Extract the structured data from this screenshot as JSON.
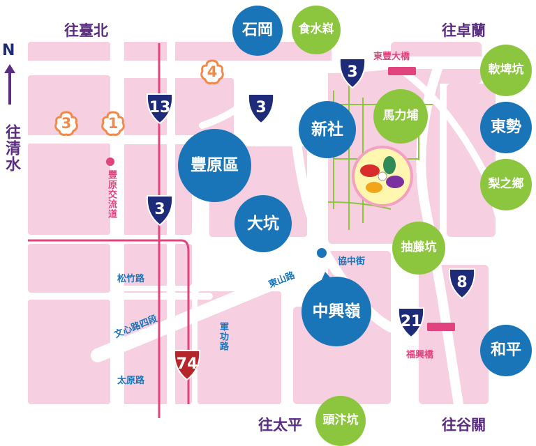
{
  "colors": {
    "block": "#f6cfe0",
    "blue": "#1a74b8",
    "green": "#8cc63f",
    "purple": "#5a2d82",
    "navy": "#1e2b78",
    "pink": "#e0437d",
    "orange": "#f08a4b",
    "red": "#b5262a"
  },
  "north": {
    "letter": "N"
  },
  "directions": {
    "taibei": "往臺北",
    "zhuolan": "往卓蘭",
    "qingshui": "往清水",
    "taiping": "往太平",
    "guguan": "往谷關"
  },
  "districts_blue": {
    "shigang": "石岡",
    "xinshe": "新社",
    "fengyuan": "豐原區",
    "dakeng": "大坑",
    "zhongxingling": "中興嶺",
    "dongshi": "東勢",
    "heping": "和平"
  },
  "districts_green": {
    "shishuiliao": "食水嵙",
    "malipu": "馬力埔",
    "ruanpikeng": "軟埤坑",
    "lizhixiang": "梨之鄉",
    "choutengkeng": "抽藤坑",
    "touqiankeng": "頭汴坑"
  },
  "roads": {
    "songzhu": "松竹路",
    "wenxin": "文心路四段",
    "taiyuan": "太原路",
    "dongshan": "東山路",
    "xiezhong": "協中街",
    "jungong": "軍功路"
  },
  "pink_labels": {
    "fengyuan_ic": "豐原交流道",
    "dongfeng_bridge": "東豐大橋",
    "fuxing_bridge": "福興橋"
  },
  "highways": {
    "h13": "13",
    "h3a": "3",
    "h3b": "3",
    "h3c": "3",
    "h8": "8",
    "h21": "21",
    "h74": "74"
  },
  "freeways": {
    "f4": "4",
    "f3": "3",
    "f1": "1"
  }
}
